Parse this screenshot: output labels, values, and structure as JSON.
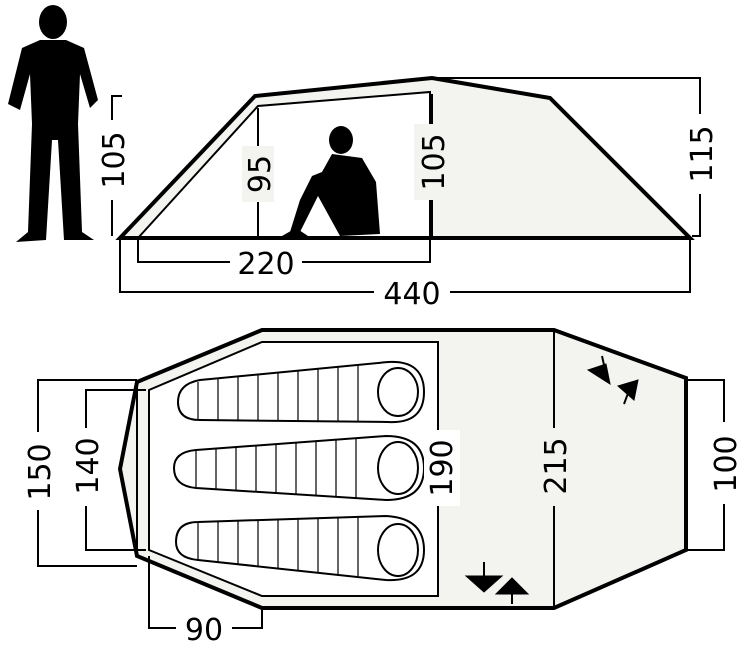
{
  "diagram": {
    "colors": {
      "ink": "#000000",
      "tent_fill": "#f3f3f0",
      "background": "#ffffff"
    },
    "side_view": {
      "dim_left_height": "105",
      "dim_inner_height": "95",
      "dim_inner_peak": "105",
      "dim_peak_height": "115",
      "dim_inner_length": "220",
      "dim_total_length": "440"
    },
    "top_view": {
      "dim_end_width_outer": "150",
      "dim_end_width_inner": "140",
      "dim_inner_length": "190",
      "dim_total_width": "215",
      "dim_door_width": "100",
      "dim_vestibule": "90"
    },
    "icons": [
      "standing-person-icon",
      "sitting-person-icon",
      "sleeping-bag-icon",
      "door-arrows-icon"
    ]
  }
}
